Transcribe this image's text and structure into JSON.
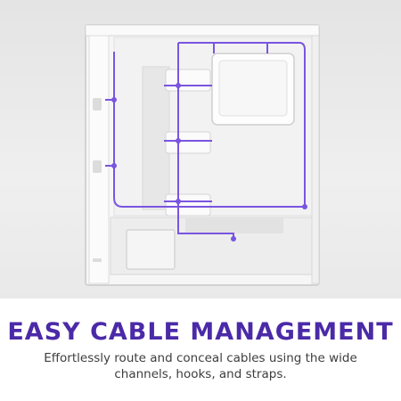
{
  "colors": {
    "accent": "#4b2aa8",
    "cable_highlight": "#7a55e0",
    "case_body": "#f4f4f4",
    "case_edge": "#cfcfcf",
    "background": "#ececec"
  },
  "image": {
    "subject": "white pc case interior with purple cable routing highlight"
  },
  "caption": {
    "headline": "EASY CABLE MANAGEMENT",
    "subtext": "Effortlessly route and conceal cables using the wide channels, hooks, and straps."
  }
}
